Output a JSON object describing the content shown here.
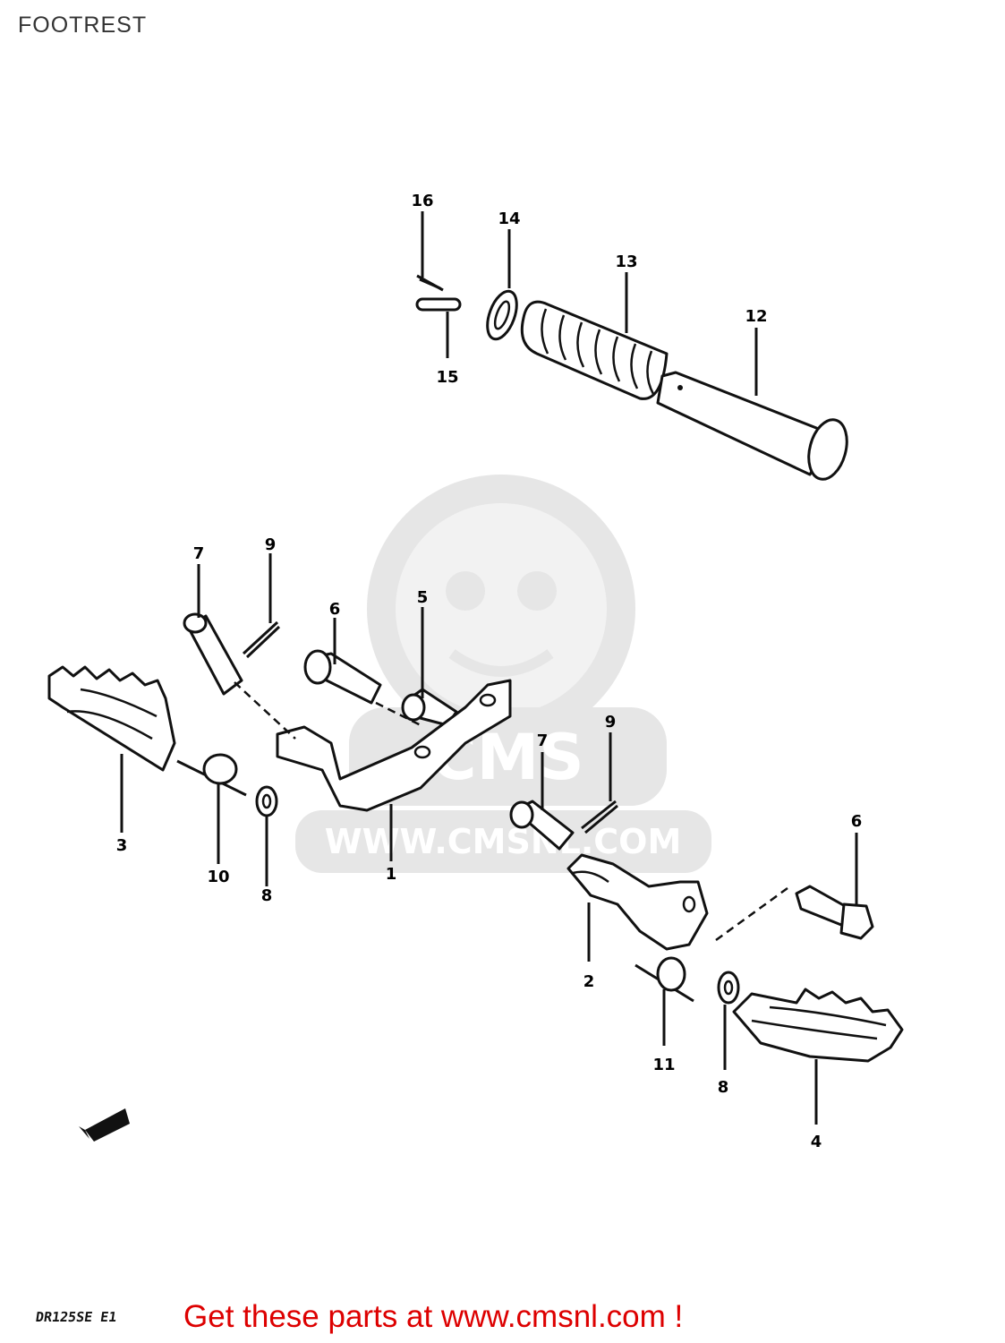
{
  "page": {
    "title": "FOOTREST"
  },
  "watermark": {
    "logo_text": "CMS",
    "url_text": "WWW.CMSNL.COM"
  },
  "callouts": [
    "1",
    "2",
    "3",
    "4",
    "5",
    "6",
    "6",
    "7",
    "7",
    "8",
    "8",
    "9",
    "9",
    "10",
    "11",
    "12",
    "13",
    "14",
    "15",
    "16"
  ],
  "footer": {
    "model_code": "DR125SE E1",
    "promo_text": "Get these parts at www.cmsnl.com !",
    "promo_color": "#dd0000"
  }
}
